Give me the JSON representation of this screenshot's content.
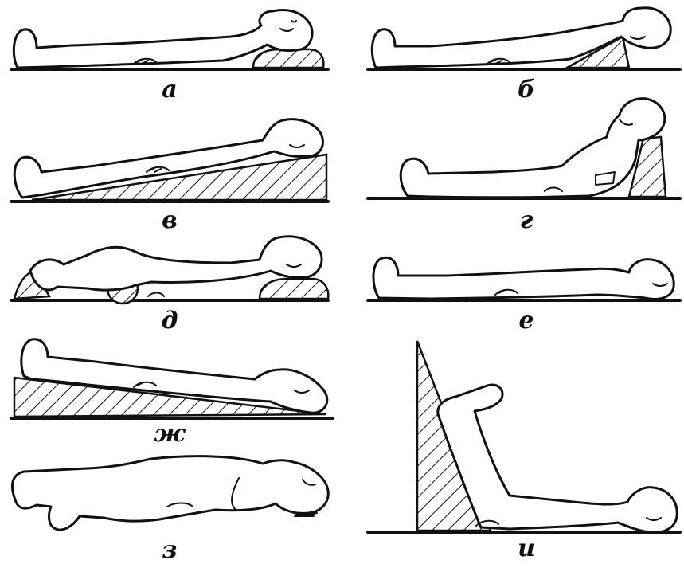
{
  "panels": [
    {
      "id": "a",
      "label": "а"
    },
    {
      "id": "b",
      "label": "б"
    },
    {
      "id": "v",
      "label": "в"
    },
    {
      "id": "g",
      "label": "г"
    },
    {
      "id": "d",
      "label": "д"
    },
    {
      "id": "e",
      "label": "е"
    },
    {
      "id": "zh",
      "label": "ж"
    },
    {
      "id": "z",
      "label": "з"
    },
    {
      "id": "i",
      "label": "и"
    }
  ]
}
